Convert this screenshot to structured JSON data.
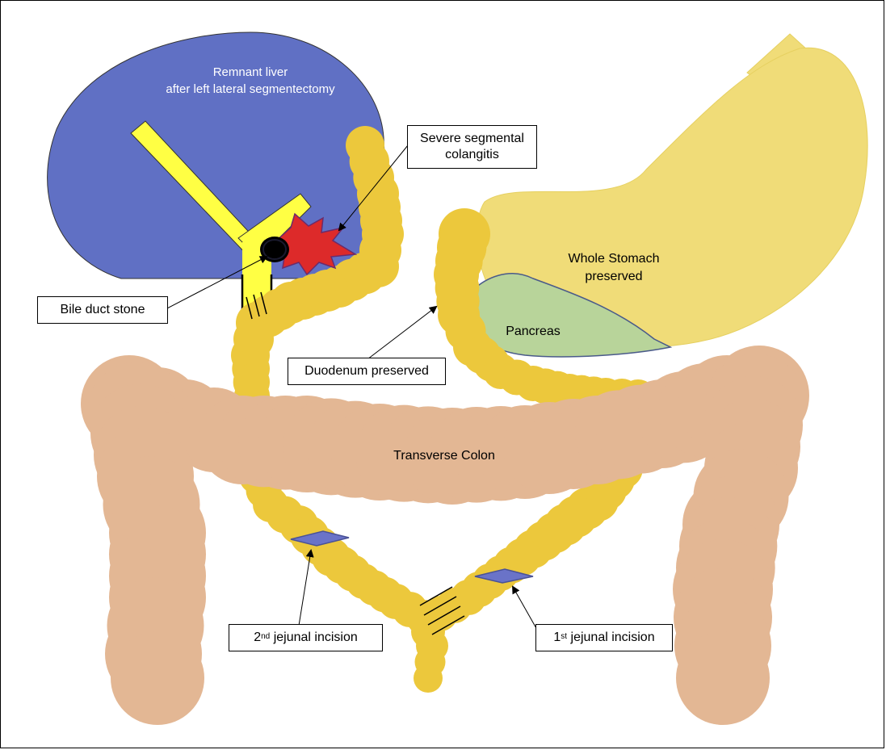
{
  "organs": {
    "liver": {
      "line1": "Remnant liver",
      "line2": "after left lateral segmentectomy",
      "color": "#6070c4"
    },
    "stomach": {
      "line1": "Whole Stomach",
      "line2": "preserved",
      "color": "#f0dc78"
    },
    "pancreas": {
      "label": "Pancreas",
      "color": "#b8d49a"
    },
    "colon": {
      "label": "Transverse Colon",
      "color": "#e3b794"
    },
    "intestine": {
      "color": "#ecc83c"
    },
    "bile_duct": {
      "color": "#ffff44"
    }
  },
  "callouts": {
    "colangitis_line1": "Severe segmental",
    "colangitis_line2": "colangitis",
    "bile_stone": "Bile duct stone",
    "duodenum": "Duodenum preserved",
    "incision2_prefix": "2",
    "incision2_sup": "nd",
    "incision2_text": " jejunal incision",
    "incision1_prefix": "1",
    "incision1_sup": "st",
    "incision1_text": " jejunal incision"
  }
}
